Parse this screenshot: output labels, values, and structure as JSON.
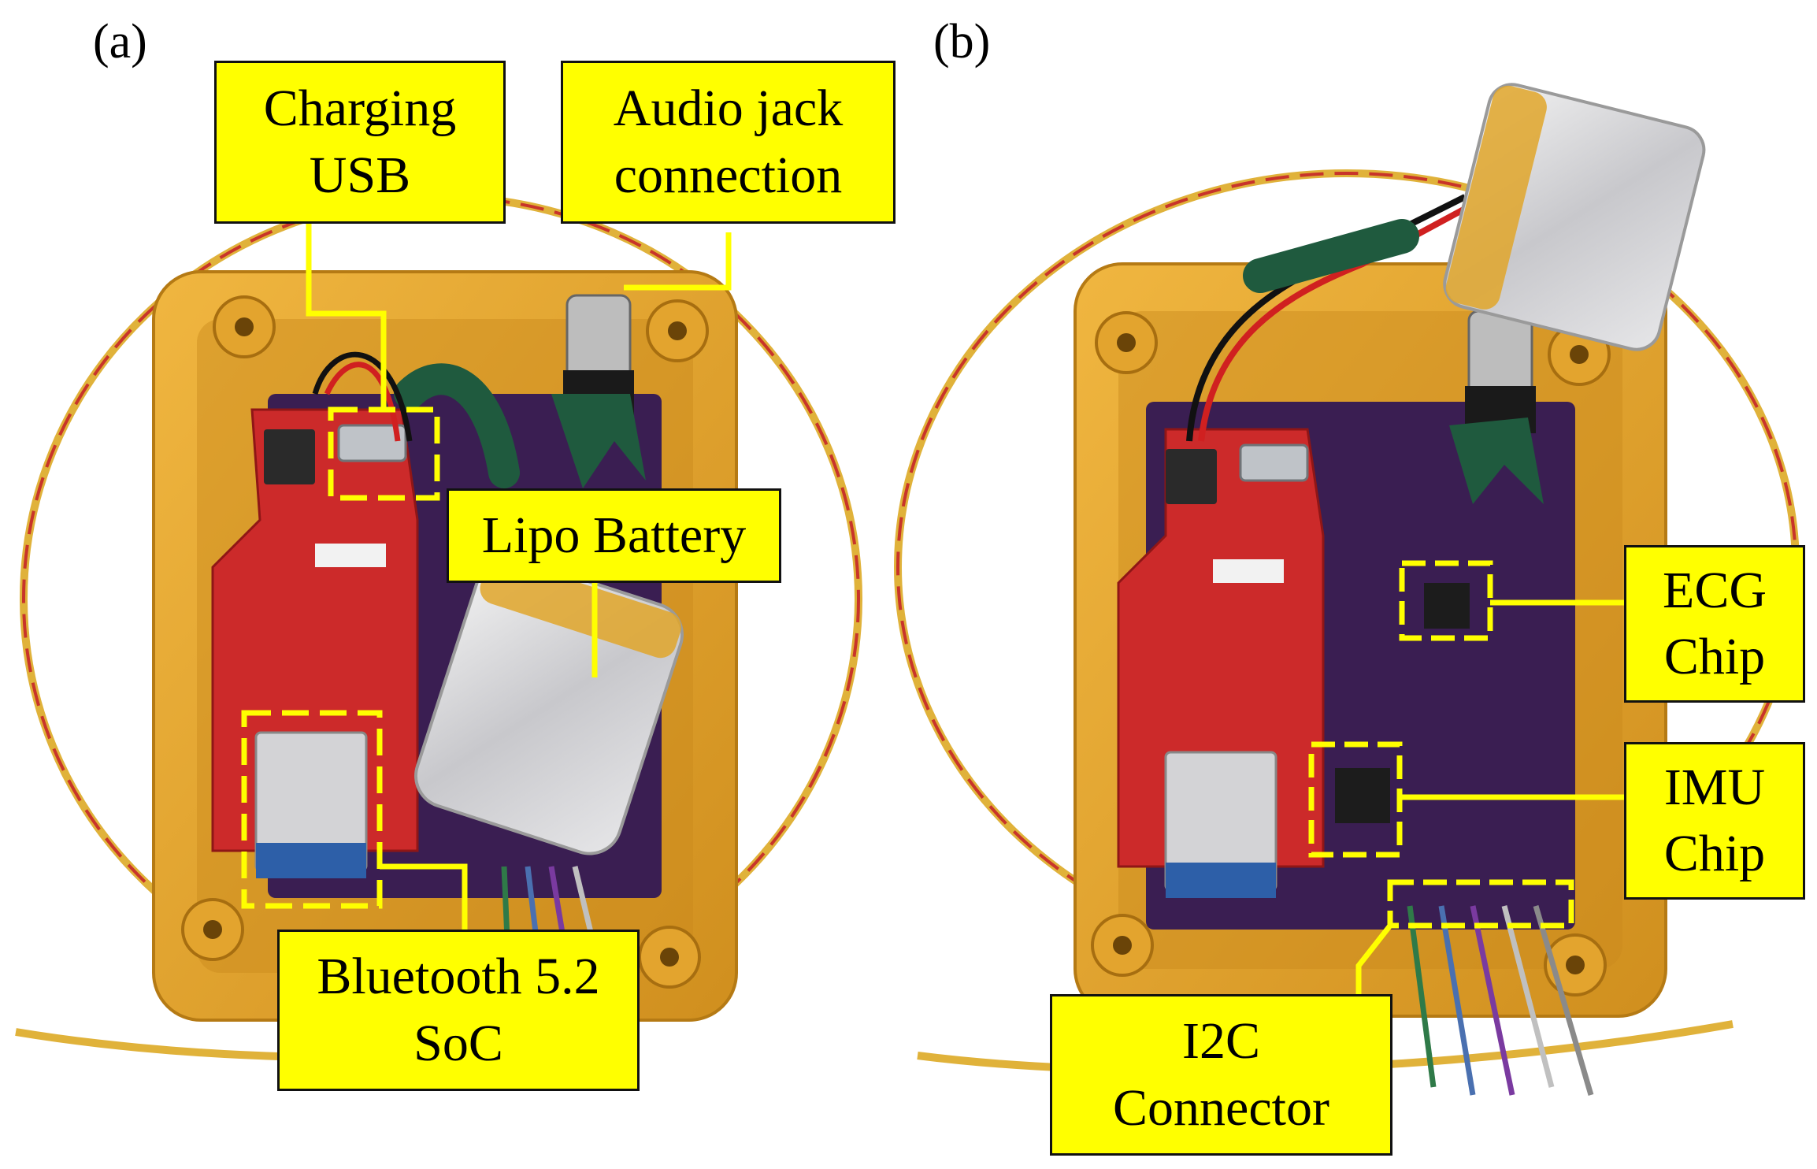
{
  "panels": {
    "a": {
      "label": "(a)"
    },
    "b": {
      "label": "(b)"
    }
  },
  "callouts": {
    "charging_usb": {
      "line1": "Charging",
      "line2": "USB"
    },
    "audio_jack": {
      "line1": "Audio jack",
      "line2": "connection"
    },
    "lipo_battery": {
      "line1": "Lipo Battery"
    },
    "bluetooth_soc": {
      "line1": "Bluetooth 5.2",
      "line2": "SoC"
    },
    "ecg_chip": {
      "line1": "ECG",
      "line2": "Chip"
    },
    "imu_chip": {
      "line1": "IMU",
      "line2": "Chip"
    },
    "i2c_connector": {
      "line1": "I2C",
      "line2": "Connector"
    }
  },
  "colors": {
    "callout_fill": "#ffff00",
    "callout_stroke": "#111111",
    "leader_line": "#ffff00",
    "enclosure": "#e0a030",
    "pcb": "#3a1e52",
    "dev_board": "#cc2a2a"
  },
  "image_regions": [
    "enclosure-a-photo",
    "enclosure-b-photo",
    "lipo-battery-photo",
    "wire-loop-photo"
  ]
}
